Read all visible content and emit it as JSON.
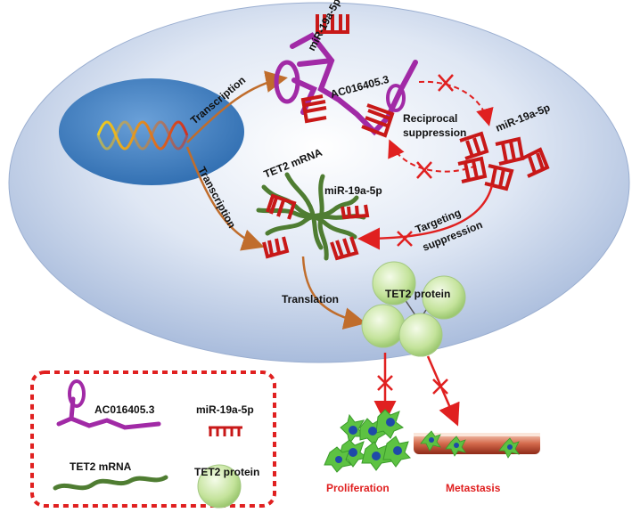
{
  "labels": {
    "transcription_top": "Transcription",
    "transcription_bottom": "Transcription",
    "mir_top": "miR-19a-5p",
    "lnc_name": "AC016405.3",
    "reciprocal": "Reciprocal",
    "suppression": "suppression",
    "mir_right": "miR-19a-5p",
    "tet2_mrna": "TET2 mRNA",
    "mir_bound": "miR-19a-5p",
    "targeting": "Targeting",
    "targeting_suppression": "suppression",
    "translation": "Translation",
    "tet2_protein": "TET2 protein",
    "proliferation": "Proliferation",
    "metastasis": "Metastasis"
  },
  "legend": {
    "lnc": "AC016405.3",
    "mir": "miR-19a-5p",
    "mrna": "TET2 mRNA",
    "protein": "TET2 protein"
  },
  "colors": {
    "cell_fill": "#c9d7ec",
    "nucleus": "#4a86c6",
    "lnc_purple": "#a12aa6",
    "mir_red": "#c81818",
    "mrna_green": "#4f7d32",
    "protein_green": "#cde8a8",
    "arrow_orange": "#c06d2c",
    "inhibit_red": "#e02020"
  }
}
